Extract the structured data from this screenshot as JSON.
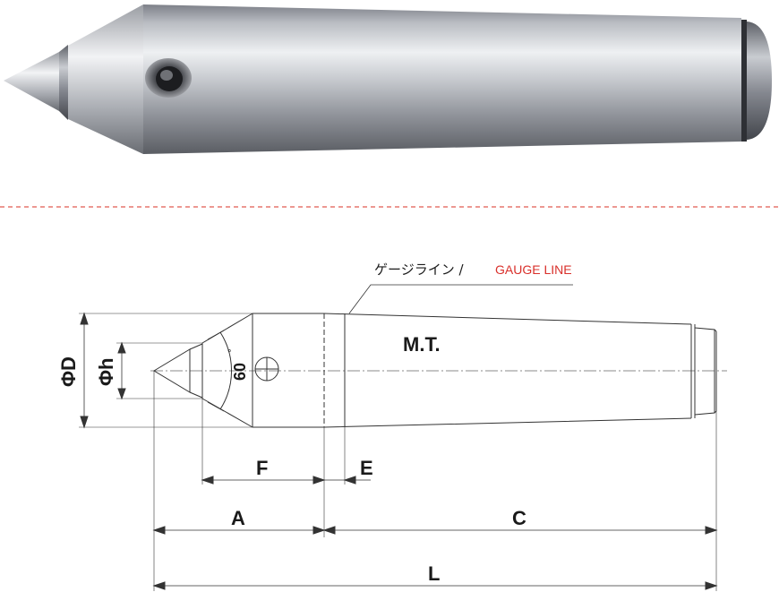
{
  "photo": {
    "subject_icon": "live-center-photo"
  },
  "drawing": {
    "gauge_label_ja": "ゲージライン /",
    "gauge_label_en": "GAUGE LINE",
    "taper_label": "M.T.",
    "angle_label": "60",
    "angle_unit": "°",
    "dim_D": "ΦD",
    "dim_h": "Φh",
    "dim_F": "F",
    "dim_E": "E",
    "dim_A": "A",
    "dim_C": "C",
    "dim_L": "L"
  },
  "colors": {
    "separator": "#e05a50",
    "gauge_en": "#d9302b",
    "line": "#333333"
  }
}
